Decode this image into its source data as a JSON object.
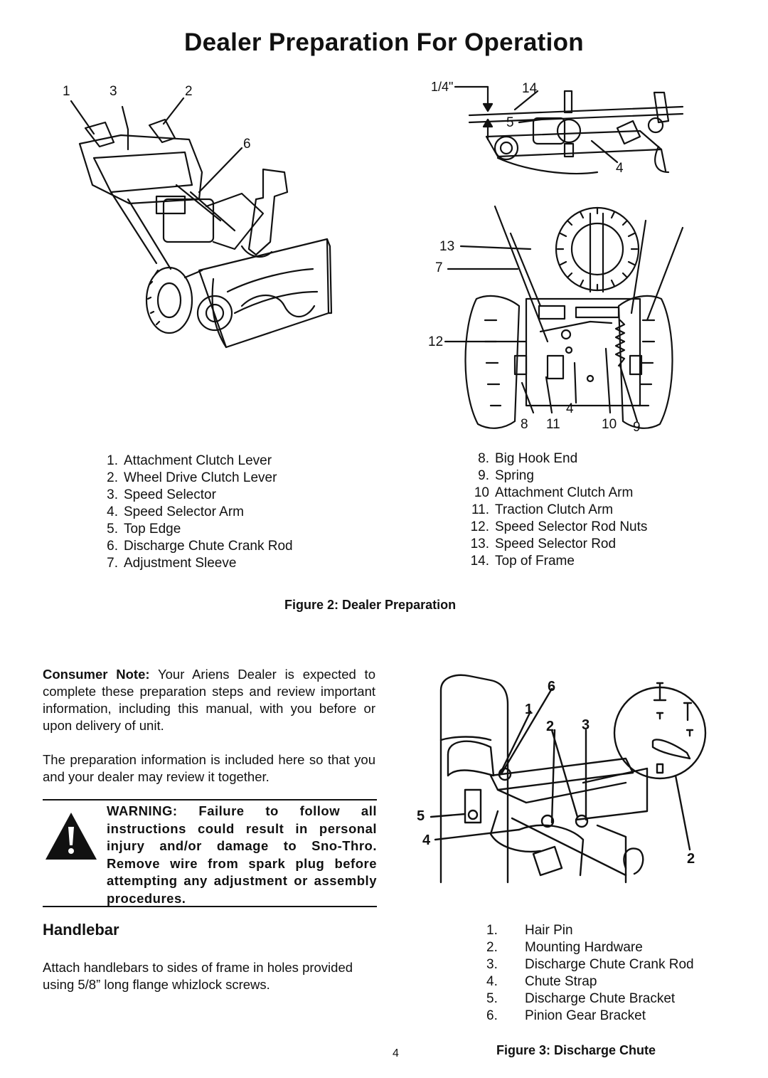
{
  "title": "Dealer Preparation For Operation",
  "figure2": {
    "snowthrower_callouts": [
      "1",
      "3",
      "2",
      "6"
    ],
    "frame_callouts": [
      "1/4\"",
      "14",
      "5",
      "4"
    ],
    "rear_callouts": [
      "13",
      "7",
      "12",
      "8",
      "11",
      "4",
      "10",
      "9"
    ],
    "caption": "Figure 2: Dealer Preparation",
    "legend_left": [
      {
        "num": "1.",
        "label": "Attachment Clutch Lever"
      },
      {
        "num": "2.",
        "label": "Wheel Drive Clutch Lever"
      },
      {
        "num": "3.",
        "label": "Speed Selector"
      },
      {
        "num": "4.",
        "label": "Speed Selector Arm"
      },
      {
        "num": "5.",
        "label": "Top Edge"
      },
      {
        "num": "6.",
        "label": "Discharge Chute Crank Rod"
      },
      {
        "num": "7.",
        "label": "Adjustment Sleeve"
      }
    ],
    "legend_right": [
      {
        "num": "8.",
        "label": "Big Hook End"
      },
      {
        "num": "9.",
        "label": "Spring"
      },
      {
        "num": "10",
        "label": "Attachment Clutch Arm"
      },
      {
        "num": "11.",
        "label": "Traction Clutch Arm"
      },
      {
        "num": "12.",
        "label": "Speed Selector Rod Nuts"
      },
      {
        "num": "13.",
        "label": "Speed Selector Rod"
      },
      {
        "num": "14.",
        "label": "Top of Frame"
      }
    ]
  },
  "consumer_note": {
    "label": "Consumer Note:",
    "text": "Your Ariens Dealer is expected to complete these preparation steps and review important information, including this manual, with you before or upon delivery of unit."
  },
  "preparation_note": "The preparation information is included here so that you and your dealer may review it together.",
  "warning": "WARNING: Failure to follow all instructions could result in personal injury and/or damage to Sno-Thro. Remove wire from spark plug before attempting any adjustment or assembly procedures.",
  "handlebar": {
    "heading": "Handlebar",
    "text": "Attach handlebars to sides of frame in holes provided using 5/8” long flange whizlock screws."
  },
  "figure3": {
    "callouts": [
      "6",
      "1",
      "2",
      "3",
      "5",
      "4",
      "2"
    ],
    "caption": "Figure 3: Discharge Chute",
    "legend": [
      {
        "num": "1.",
        "label": "Hair Pin"
      },
      {
        "num": "2.",
        "label": "Mounting Hardware"
      },
      {
        "num": "3.",
        "label": "Discharge Chute Crank Rod"
      },
      {
        "num": "4.",
        "label": "Chute Strap"
      },
      {
        "num": "5.",
        "label": "Discharge Chute Bracket"
      },
      {
        "num": "6.",
        "label": "Pinion Gear Bracket"
      }
    ]
  },
  "page_number": "4"
}
